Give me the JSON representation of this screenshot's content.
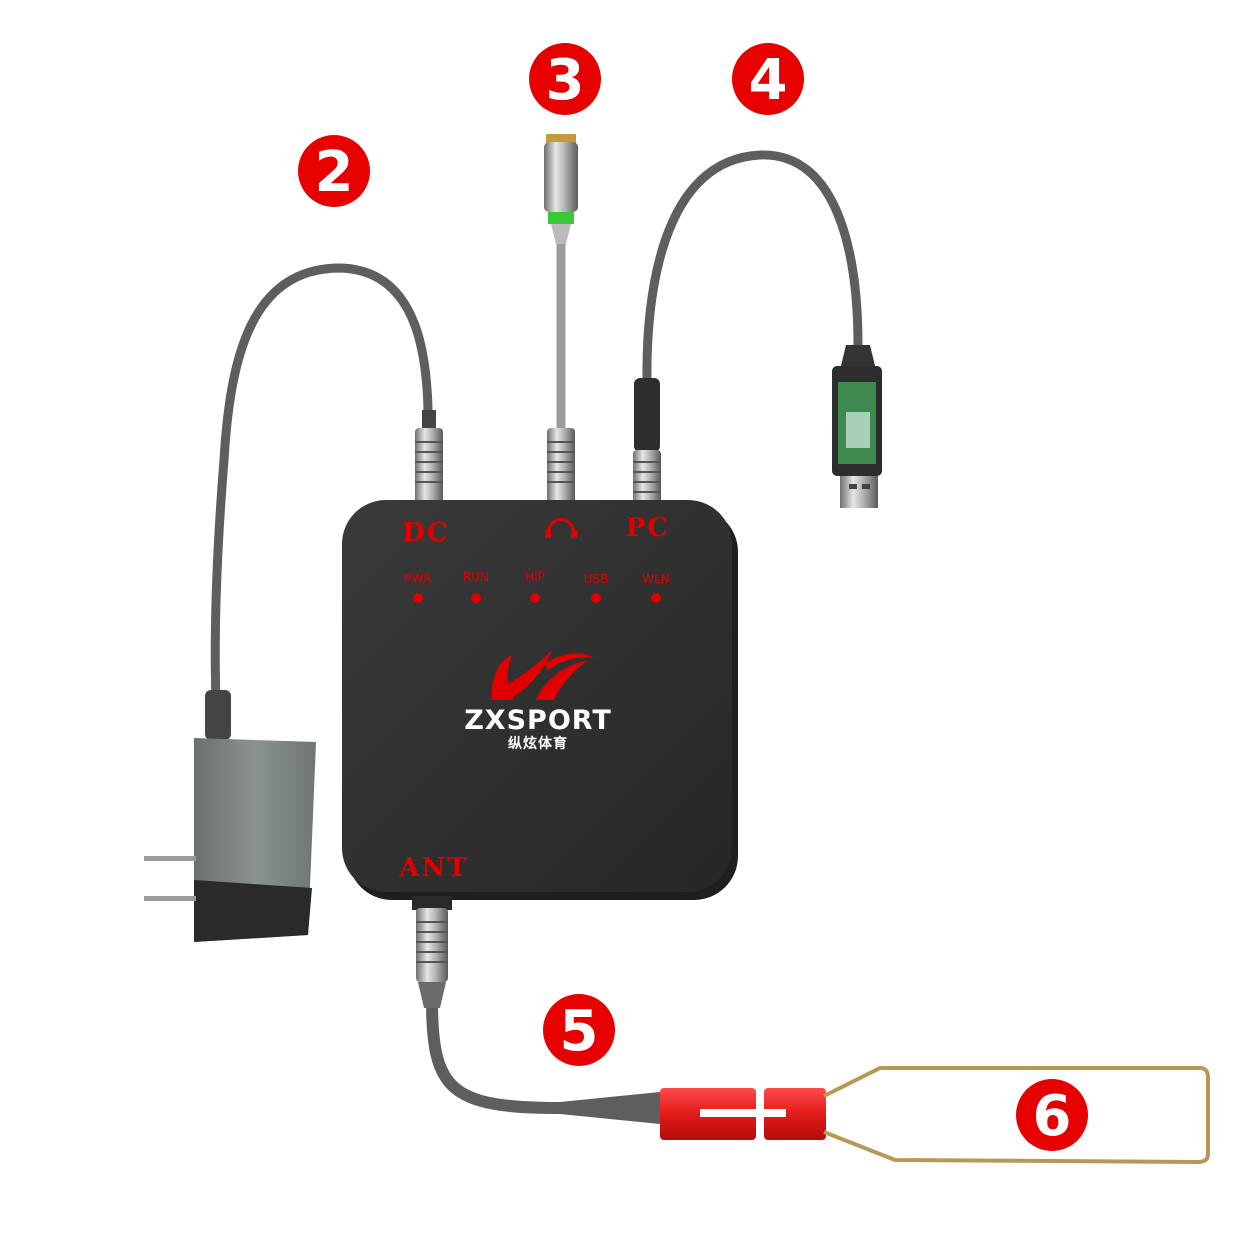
{
  "colors": {
    "accent": "#e00000",
    "box_body": "#2e2e2e",
    "cable": "#5f6260",
    "plug_red": "#e02020",
    "coil": "#b59a55"
  },
  "device": {
    "ports": {
      "dc": "DC",
      "pc": "PC",
      "ant": "ANT",
      "headphone_icon": "headphone-icon"
    },
    "leds": [
      "PWR",
      "RUN",
      "HIP",
      "USB",
      "WLN"
    ],
    "brand": {
      "name": "ZXSPORT",
      "subtitle": "纵炫体育"
    }
  },
  "callouts": [
    {
      "number": "2",
      "target": "dc-power-adapter"
    },
    {
      "number": "3",
      "target": "headphone-cable"
    },
    {
      "number": "4",
      "target": "usb-cable"
    },
    {
      "number": "5",
      "target": "antenna-cable"
    },
    {
      "number": "6",
      "target": "loop-antenna"
    }
  ]
}
